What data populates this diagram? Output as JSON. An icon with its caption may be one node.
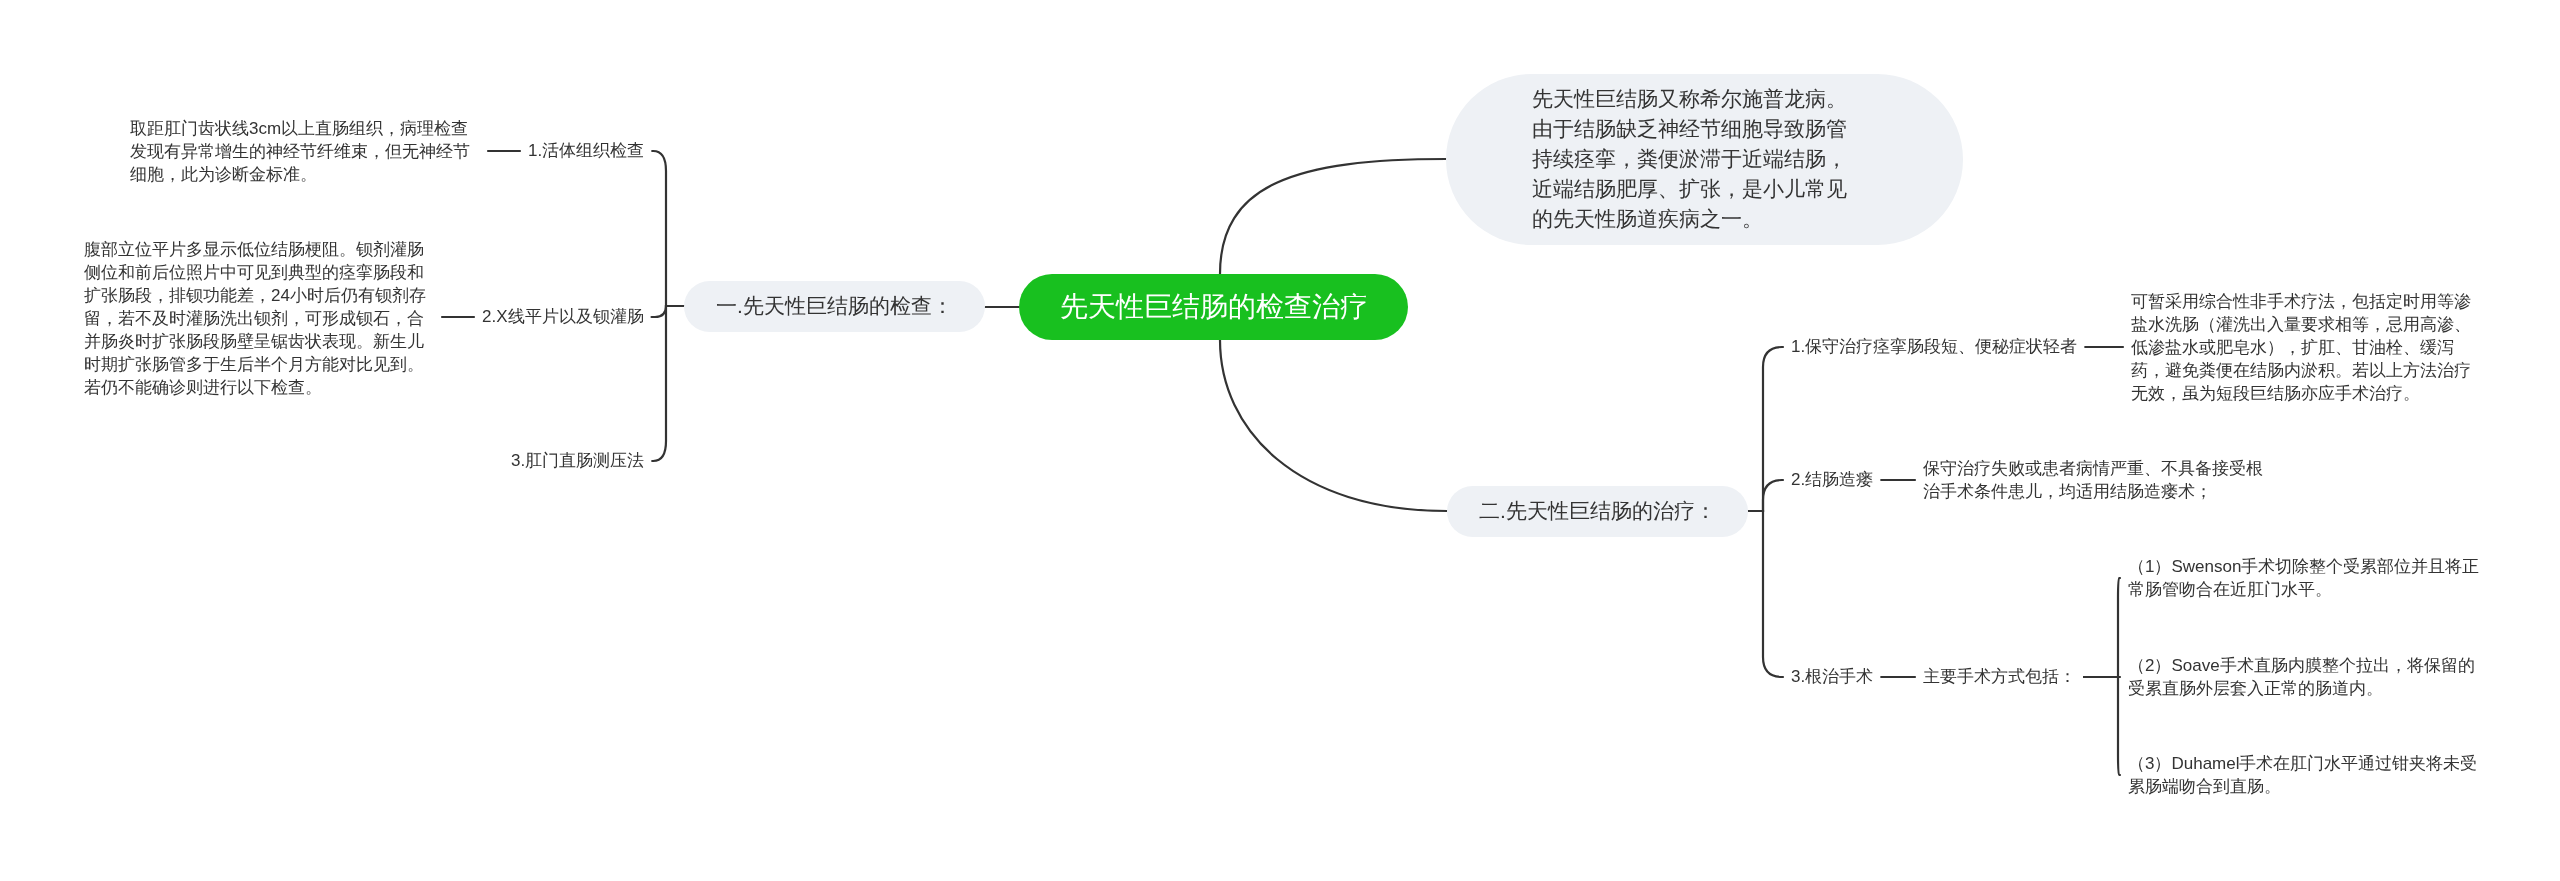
{
  "diagram": {
    "nodes": [
      {
        "text": [
          "先天性巨结肠的检查治疗"
        ]
      },
      {
        "text": [
          "先天性巨结肠又称希尔施普龙病。由于结肠缺乏神经节细胞导致肠管持续痉挛，粪便淤滞于近端结肠，近端结肠肥厚、扩张，是小儿常见的先天性肠道疾病之一。"
        ]
      },
      {
        "text": [
          "一.先天性巨结肠的检查："
        ]
      },
      {
        "text": [
          "1.活体组织检查"
        ]
      },
      {
        "text": [
          "取距肛门齿状线3cm以上直肠组织，病理检查发现有异常增生的神经节纤维束，但无神经节细胞，此为诊断金标准。"
        ]
      },
      {
        "text": [
          "2.X线平片以及钡灌肠"
        ]
      },
      {
        "text": [
          "腹部立位平片多显示低位结肠梗阻。钡剂灌肠侧位和前后位照片中可见到典型的痉挛肠段和扩张肠段，排钡功能差，24小时后仍有钡剂存留，若不及时灌肠洗出钡剂，可形成钡石，合并肠炎时扩张肠段肠壁呈锯齿状表现。新生儿时期扩张肠管多于生后半个月方能对比见到。若仍不能确诊则进行以下检查。"
        ]
      },
      {
        "text": [
          "3.肛门直肠测压法"
        ]
      },
      {
        "text": [
          "二.先天性巨结肠的治疗："
        ]
      },
      {
        "text": [
          "1.保守治疗痉挛肠段短、便秘症状轻者"
        ]
      },
      {
        "text": [
          "可暂采用综合性非手术疗法，包括定时用等渗盐水洗肠（灌洗出入量要求相等，忌用高渗、低渗盐水或肥皂水），扩肛、甘油栓、缓泻药，避免粪便在结肠内淤积。若以上方法治疗无效，虽为短段巨结肠亦应手术治疗。"
        ]
      },
      {
        "text": [
          "2.结肠造瘘"
        ]
      },
      {
        "text": [
          "保守治疗失败或患者病情严重、不具备接受根治手术条件患儿，均适用结肠造瘘术；"
        ]
      },
      {
        "text": [
          "3.根治手术"
        ]
      },
      {
        "text": [
          "主要手术方式包括："
        ]
      },
      {
        "text": [
          "（1）Swenson手术切除整个受累部位并且将正常肠管吻合在近肛门水平。"
        ]
      },
      {
        "text": [
          "（2）Soave手术直肠内膜整个拉出，将保留的受累直肠外层套入正常的肠道内。"
        ]
      },
      {
        "text": [
          "（3）Duhamel手术在肛门水平通过钳夹将未受累肠端吻合到直肠。"
        ]
      }
    ],
    "edges": [
      {
        "from": 0,
        "to": 1,
        "arrow": "none"
      },
      {
        "from": 0,
        "to": 2,
        "arrow": "none"
      },
      {
        "from": 0,
        "to": 8,
        "arrow": "none"
      },
      {
        "from": 2,
        "to": 3,
        "arrow": "none"
      },
      {
        "from": 2,
        "to": 5,
        "arrow": "none"
      },
      {
        "from": 2,
        "to": 7,
        "arrow": "none"
      },
      {
        "from": 3,
        "to": 4,
        "arrow": "none"
      },
      {
        "from": 5,
        "to": 6,
        "arrow": "none"
      },
      {
        "from": 8,
        "to": 9,
        "arrow": "none"
      },
      {
        "from": 8,
        "to": 11,
        "arrow": "none"
      },
      {
        "from": 8,
        "to": 13,
        "arrow": "none"
      },
      {
        "from": 9,
        "to": 10,
        "arrow": "none"
      },
      {
        "from": 11,
        "to": 12,
        "arrow": "none"
      },
      {
        "from": 13,
        "to": 14,
        "arrow": "none"
      },
      {
        "from": 14,
        "to": 15,
        "arrow": "none"
      },
      {
        "from": 14,
        "to": 16,
        "arrow": "none"
      },
      {
        "from": 14,
        "to": 17,
        "arrow": "none"
      }
    ]
  }
}
